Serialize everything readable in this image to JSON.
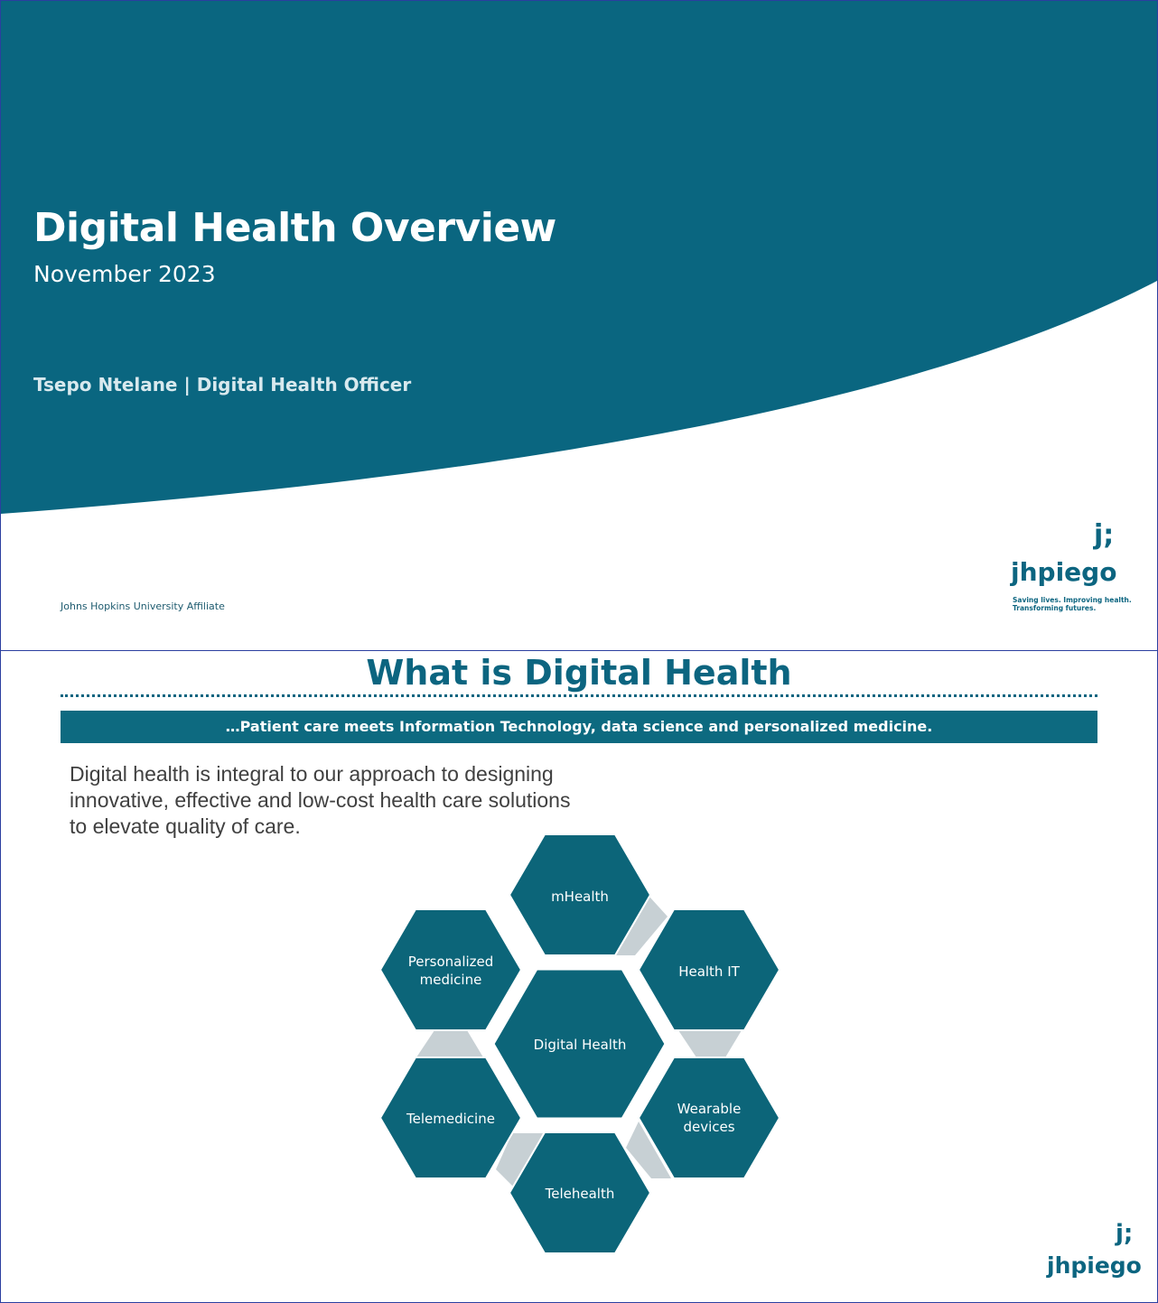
{
  "slide1": {
    "title": "Digital Health Overview",
    "date": "November 2023",
    "author": "Tsepo Ntelane | Digital Health Officer",
    "affiliation": "Johns Hopkins University Affiliate",
    "logo": {
      "mark": "j;",
      "word": "jhpiego",
      "tagline_line1": "Saving lives. Improving health.",
      "tagline_line2": "Transforming futures."
    }
  },
  "slide2": {
    "title": "What is Digital Health",
    "banner": "…Patient care meets Information Technology, data science and personalized medicine.",
    "intro": "Digital health is integral to our approach to designing innovative, effective and low-cost health care solutions to elevate quality of care.",
    "hexagons": {
      "center": "Digital Health",
      "top": "mHealth",
      "top_right": "Health IT",
      "bottom_right_l1": "Wearable",
      "bottom_right_l2": "devices",
      "bottom": "Telehealth",
      "bottom_left": "Telemedicine",
      "top_left_l1": "Personalized",
      "top_left_l2": "medicine"
    },
    "logo": {
      "mark": "j;",
      "word": "jhpiego"
    }
  },
  "colors": {
    "brand_teal": "#0a6680",
    "hex_fill": "#0c6579",
    "connector_gray": "#c7d0d4",
    "white": "#ffffff"
  }
}
